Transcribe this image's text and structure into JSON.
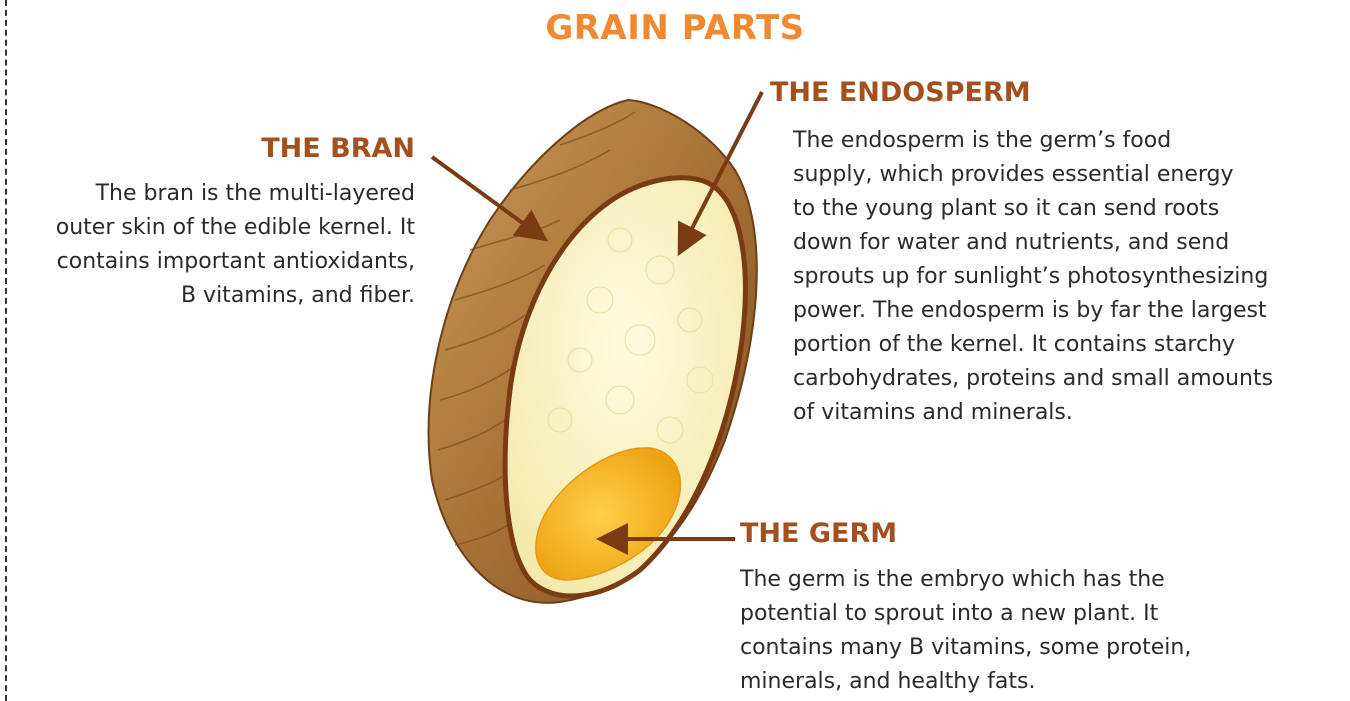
{
  "title": "GRAIN PARTS",
  "bran": {
    "heading": "THE BRAN",
    "text": "The bran is the multi-layered\nouter skin of the edible kernel. It\ncontains important antioxidants,\nB vitamins, and fiber."
  },
  "endosperm": {
    "heading": "THE ENDOSPERM",
    "text": "The endosperm is the germ’s food\nsupply, which provides essential energy\nto the young plant so it can send roots\ndown for water and nutrients, and send\nsprouts up for sunlight’s photosynthesizing\npower. The endosperm is by far the largest\nportion of the kernel. It contains starchy\ncarbohydrates, proteins and small amounts\nof vitamins and minerals."
  },
  "germ": {
    "heading": "THE GERM",
    "text": "The germ is the embryo which has the\npotential to sprout into a new plant. It\ncontains many B vitamins, some protein,\nminerals, and healthy fats."
  },
  "colors": {
    "title": "#ef8a32",
    "heading": "#a3501e",
    "arrow": "#7a3a12",
    "bran": "#b07a38",
    "endosperm": "#fbf5c8",
    "germ": "#f6b21c"
  }
}
